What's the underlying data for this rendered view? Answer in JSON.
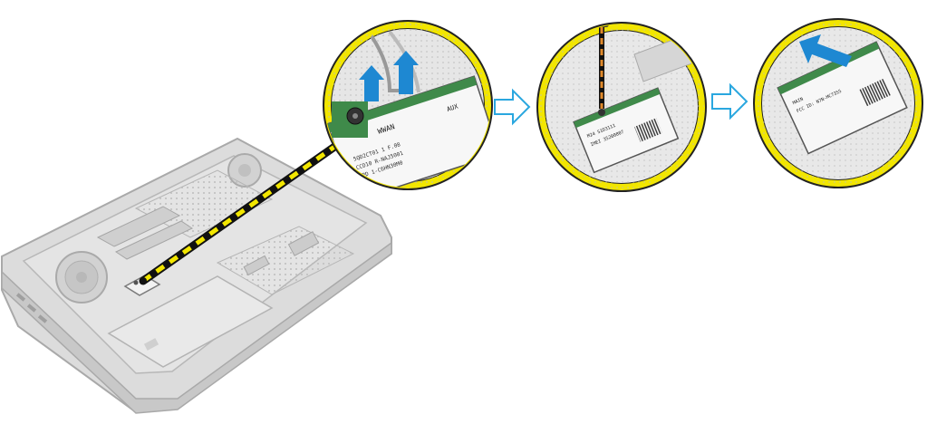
{
  "colors": {
    "ring": "#f2e600",
    "ring_outline": "#222222",
    "callout_yellow": "#f2e600",
    "callout_black": "#111111",
    "arrow_blue": "#1e88d2",
    "flow_arrow_outline": "#2aa7df",
    "laptop_fill": "#d9d9d9",
    "laptop_edge": "#a9a9a9",
    "card_green": "#3f8a4a",
    "screw_stripe": "#e0892a"
  },
  "icons": {
    "flow_arrow": "hollow-right-arrow-icon",
    "lift_arrow": "solid-up-arrow-icon",
    "slide_arrow": "solid-diagonal-arrow-icon",
    "screw": "screw-icon"
  },
  "labels": {
    "card_title": "WWAN",
    "card_aux": "AUX",
    "card_main": "MAIN",
    "card_text_1": "5QD2CT01 1 F.08",
    "card_text_2": "CCD10 R-NAJ5001",
    "card_text_3": "NPD 1-C6HN30M0",
    "card_text_4": "M24 S1D3111",
    "card_text_5": "IMEI 35200807",
    "card_text_6": "FCC ID: N7N-MC7355"
  }
}
